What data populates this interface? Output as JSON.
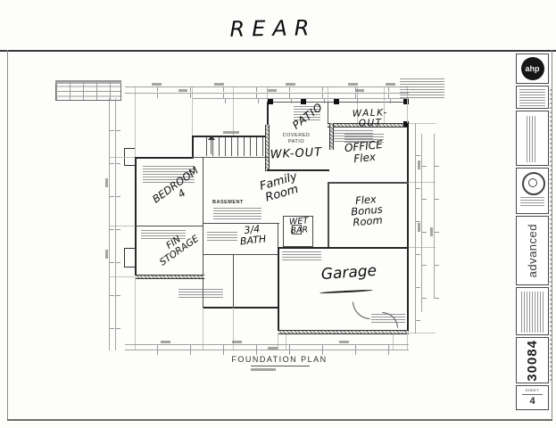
{
  "sheet": {
    "view_title": "REAR",
    "plan_caption": "FOUNDATION PLAN"
  },
  "rooms": {
    "patio": "PATIO",
    "walk_out": "WALK-OUT",
    "covered_patio": "COVERED\nPATIO",
    "wk_out": "WK-OUT",
    "office_flex": "OFFICE\nFlex",
    "bedroom4": "BEDROOM\n4",
    "family_room": "Family\nRoom",
    "basement": "BASEMENT",
    "wet_bar": "WET\nBAR",
    "flex_bonus": "Flex\nBonus\nRoom",
    "bath": "3/4\nBATH",
    "fin_storage": "FIN\nSTORAGE",
    "garage": "Garage"
  },
  "titleblock": {
    "logo": "ahp",
    "firm": "advanced",
    "job_number": "30084",
    "sheet_label": "SHEET",
    "sheet_number": "4"
  }
}
